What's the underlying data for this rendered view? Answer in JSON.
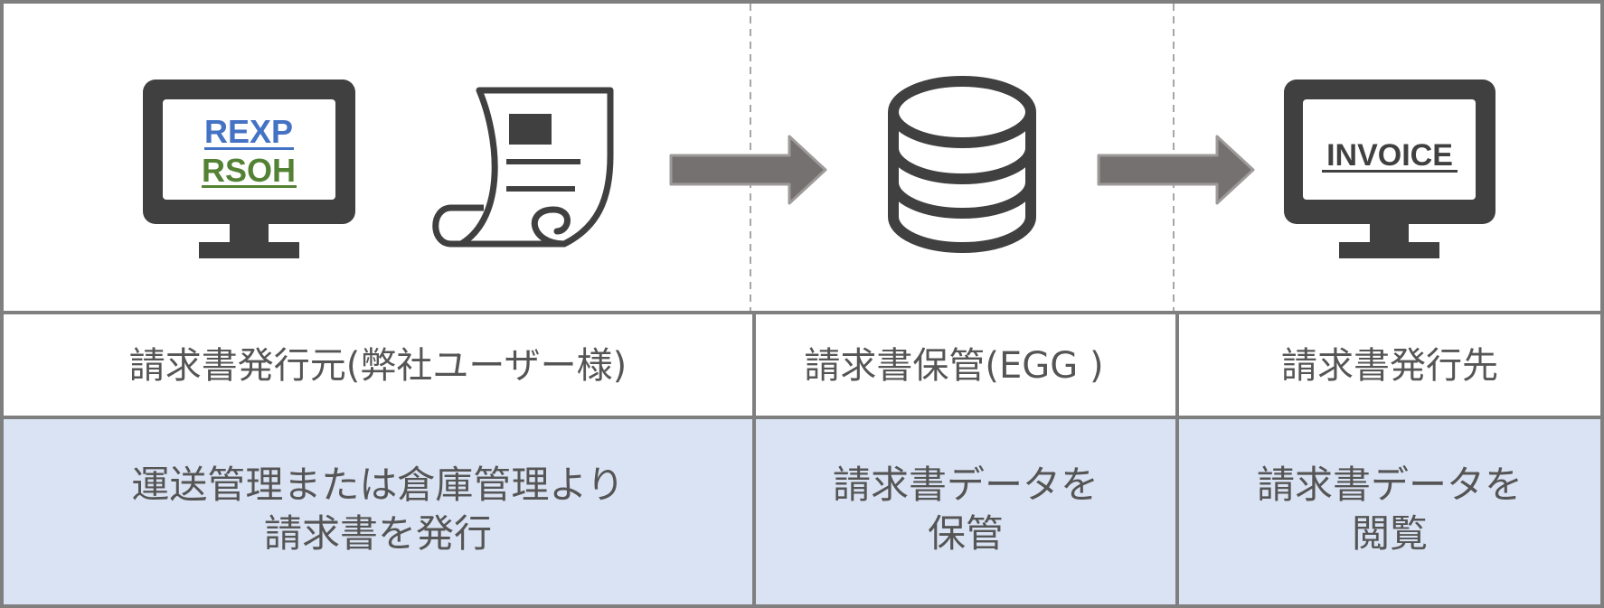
{
  "colors": {
    "border": "#7f7f7f",
    "icon": "#404040",
    "arrow": "#767171",
    "desc_bg": "#dae3f3",
    "text": "#555555",
    "rexp": "#4472c4",
    "rsoh": "#548235"
  },
  "icons": {
    "monitor_left": "monitor-icon",
    "document": "scroll-document-icon",
    "database": "database-icon",
    "monitor_right": "monitor-icon",
    "arrows": "arrow-right-icon"
  },
  "screens": {
    "left_line1": "REXP",
    "left_line2": "RSOH",
    "right": "INVOICE"
  },
  "columns": [
    {
      "title": "請求書発行元(弊社ユーザー様)",
      "desc": [
        "運送管理または倉庫管理より",
        "請求書を発行"
      ]
    },
    {
      "title": "請求書保管(EGG )",
      "desc": [
        "請求書データを",
        "保管"
      ]
    },
    {
      "title": "請求書発行先",
      "desc": [
        "請求書データを",
        "閲覧"
      ]
    }
  ]
}
